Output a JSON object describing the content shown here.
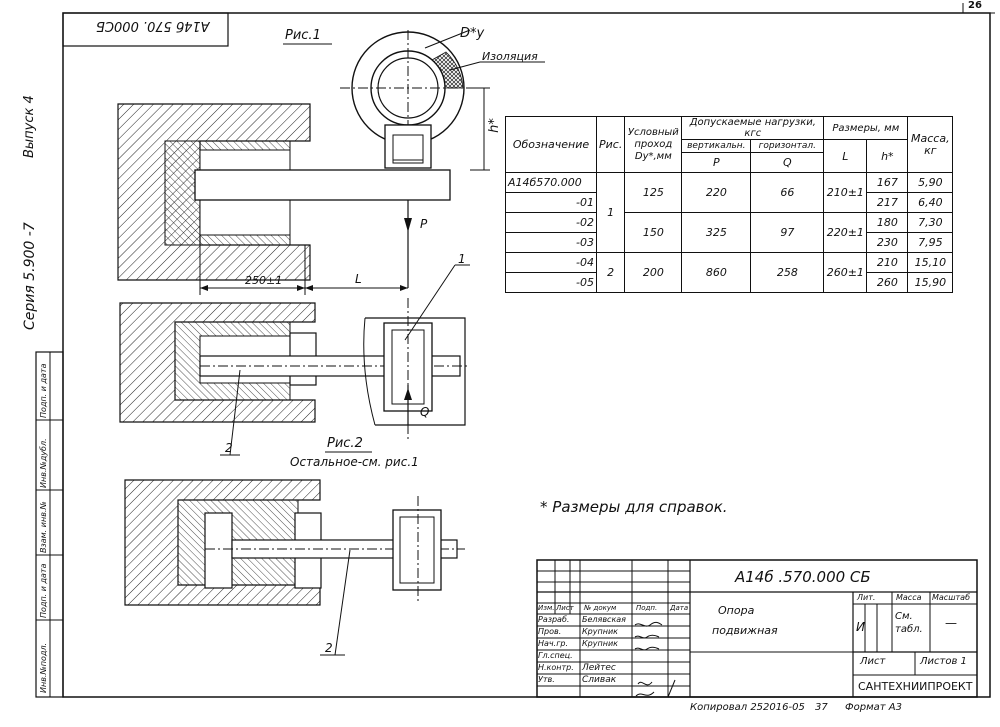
{
  "page_number": "26",
  "stamp_top": "А14б 570. 000СБ",
  "side": {
    "vypusk": "Выпуск 4",
    "seria": "Серия 5.900 -7",
    "labels": [
      "Инв.№подл.",
      "Подп. и дата",
      "Взам. инв.№",
      "Инв.№дубл.",
      "Подп. и дата"
    ]
  },
  "figures": {
    "fig1_title": "Рис.1",
    "fig2_title": "Рис.2",
    "fig2_note": "Остальное-см. рис.1",
    "dy_label": "D*у",
    "insulation": "Изоляция",
    "h_label": "h*",
    "p_label": "P",
    "q_label": "Q",
    "dim_250": "250±1",
    "dim_l": "L",
    "callout_1": "1",
    "callout_2a": "2",
    "callout_2b": "2"
  },
  "table": {
    "headers": {
      "designation": "Обозначение",
      "fig": "Рис.",
      "passage": "Условный проход Dу*,мм",
      "loads": "Допускаемые нагрузки, кгс",
      "vertical": "вертикальн.",
      "horizontal": "горизонтал.",
      "p": "P",
      "q": "Q",
      "sizes": "Размеры, мм",
      "l": "L",
      "h": "h*",
      "mass": "Масса, кг"
    },
    "rows": [
      {
        "designation": "А14б570.000",
        "fig": "1",
        "dy": "125",
        "p": "220",
        "q": "66",
        "l": "210±1",
        "h": "167",
        "mass": "5,90"
      },
      {
        "designation": "-01",
        "fig": "",
        "dy": "",
        "p": "",
        "q": "",
        "l": "",
        "h": "217",
        "mass": "6,40"
      },
      {
        "designation": "-02",
        "fig": "",
        "dy": "150",
        "p": "325",
        "q": "97",
        "l": "220±1",
        "h": "180",
        "mass": "7,30"
      },
      {
        "designation": "-03",
        "fig": "",
        "dy": "",
        "p": "",
        "q": "",
        "l": "",
        "h": "230",
        "mass": "7,95"
      },
      {
        "designation": "-04",
        "fig": "2",
        "dy": "200",
        "p": "860",
        "q": "258",
        "l": "260±1",
        "h": "210",
        "mass": "15,10"
      },
      {
        "designation": "-05",
        "fig": "",
        "dy": "",
        "p": "",
        "q": "",
        "l": "",
        "h": "260",
        "mass": "15,90"
      }
    ]
  },
  "note": "* Размеры для справок.",
  "title_block": {
    "code": "А14б .570.000 СБ",
    "name_line1": "Опора",
    "name_line2": "подвижная",
    "col_izm": "Изм.",
    "col_list": "Лист",
    "col_doc": "№ докум",
    "col_sign": "Подп.",
    "col_date": "Дата",
    "lit": "Лит.",
    "mass": "Масса",
    "scale": "Масштаб",
    "lit_value": "И",
    "mass_value": "См. табл.",
    "scale_value": "—",
    "sheet": "Лист",
    "sheets": "Листов 1",
    "org": "САНТЕХНИИПРОЕКТ",
    "people": [
      {
        "role": "Разраб.",
        "name": "Белявская"
      },
      {
        "role": "Пров.",
        "name": "Крупник"
      },
      {
        "role": "Нач.гр.",
        "name": "Крупник"
      },
      {
        "role": "Гл.спец.",
        "name": ""
      },
      {
        "role": "Н.контр.",
        "name": "Лейтес"
      },
      {
        "role": "Утв.",
        "name": "Сливак"
      }
    ]
  },
  "footer": {
    "copied": "Копировал 252016-05",
    "num": "37",
    "format": "Формат А3"
  }
}
